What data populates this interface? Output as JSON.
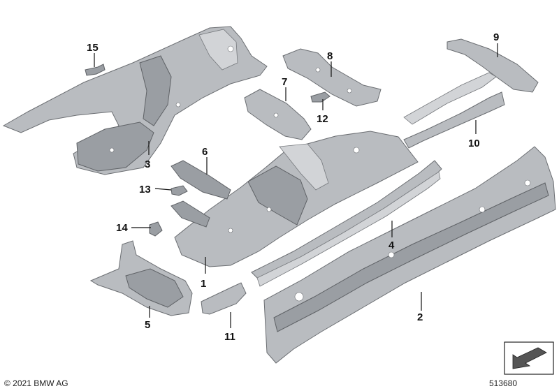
{
  "callouts": [
    "1",
    "2",
    "3",
    "4",
    "5",
    "6",
    "7",
    "8",
    "9",
    "10",
    "11",
    "12",
    "13",
    "14",
    "15"
  ],
  "footer": {
    "copyright": "© 2021 BMW AG",
    "diagram_id": "513680"
  },
  "colors": {
    "metal": "#b9bcc0",
    "metal_dark": "#9a9ea3",
    "outline": "#6b6e72",
    "text": "#111111"
  },
  "icons": {
    "corner_symbol": "part-reference-icon"
  }
}
